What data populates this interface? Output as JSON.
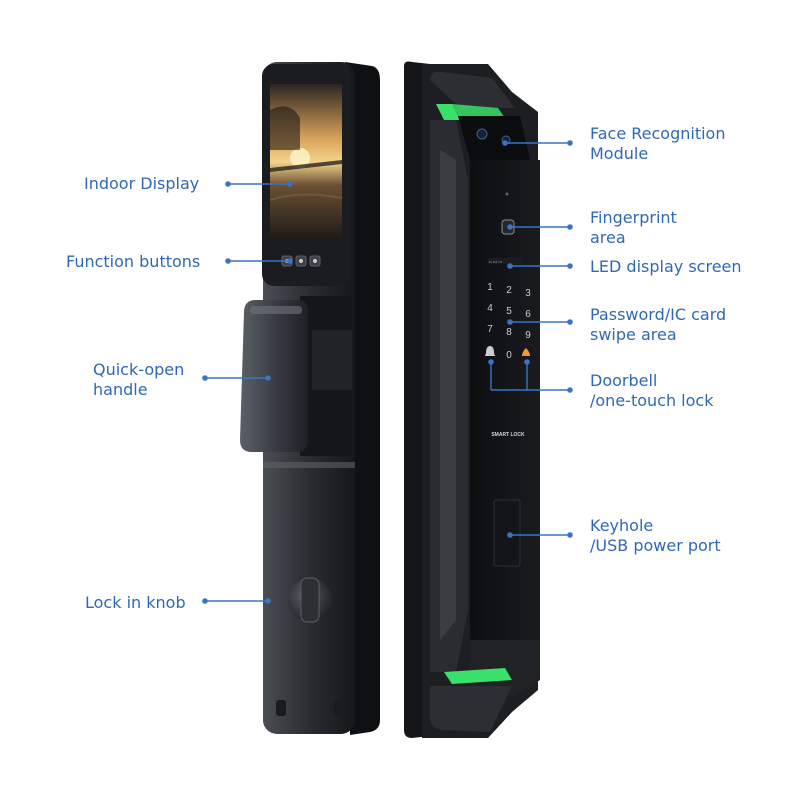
{
  "callouts": {
    "indoor_display": "Indoor Display",
    "function_buttons": "Function buttons",
    "quick_open_line1": "Quick-open",
    "quick_open_line2": "handle",
    "lock_in_knob": "Lock in knob",
    "face_line1": "Face Recognition",
    "face_line2": "Module",
    "fingerprint_line1": "Fingerprint",
    "fingerprint_line2": "area",
    "led_display": "LED display screen",
    "password_line1": "Password/IC card",
    "password_line2": "swipe area",
    "doorbell_line1": "Doorbell",
    "doorbell_line2": "/one-touch lock",
    "keyhole_line1": "Keyhole",
    "keyhole_line2": "/USB power port"
  },
  "device": {
    "brand_text": "SMART LOCK",
    "keypad_digits": [
      "1",
      "2",
      "3",
      "4",
      "5",
      "6",
      "7",
      "8",
      "9",
      "0"
    ],
    "accent_color": "#39e06a",
    "body_color": "#1c1e22",
    "label_color": "#2e68b7"
  }
}
